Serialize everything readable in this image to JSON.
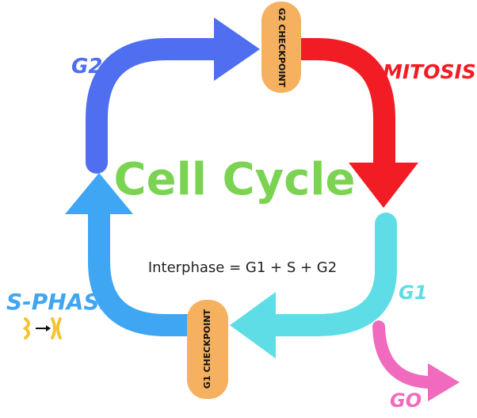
{
  "diagram": {
    "title": "Cell Cycle",
    "subtitle": "Interphase = G1 + S + G2",
    "phases": {
      "g2": "G2",
      "mitosis": "MITOSIS",
      "g1": "G1",
      "s_phase": "S-PHASE",
      "g0": "GO"
    },
    "checkpoints": {
      "g2": "G2 CHECKPOINT",
      "g1": "G1 CHECKPOINT"
    },
    "colors": {
      "g2": "#4f6ef0",
      "mitosis": "#f21d24",
      "g1": "#5fdde6",
      "s_phase": "#3fa6f3",
      "g0": "#f06bbd",
      "title": "#7bd352",
      "checkpoint": "#f5b15f",
      "chromosome": "#f2c530"
    },
    "chromosome_icon": "chromosome-duplication-icon"
  }
}
